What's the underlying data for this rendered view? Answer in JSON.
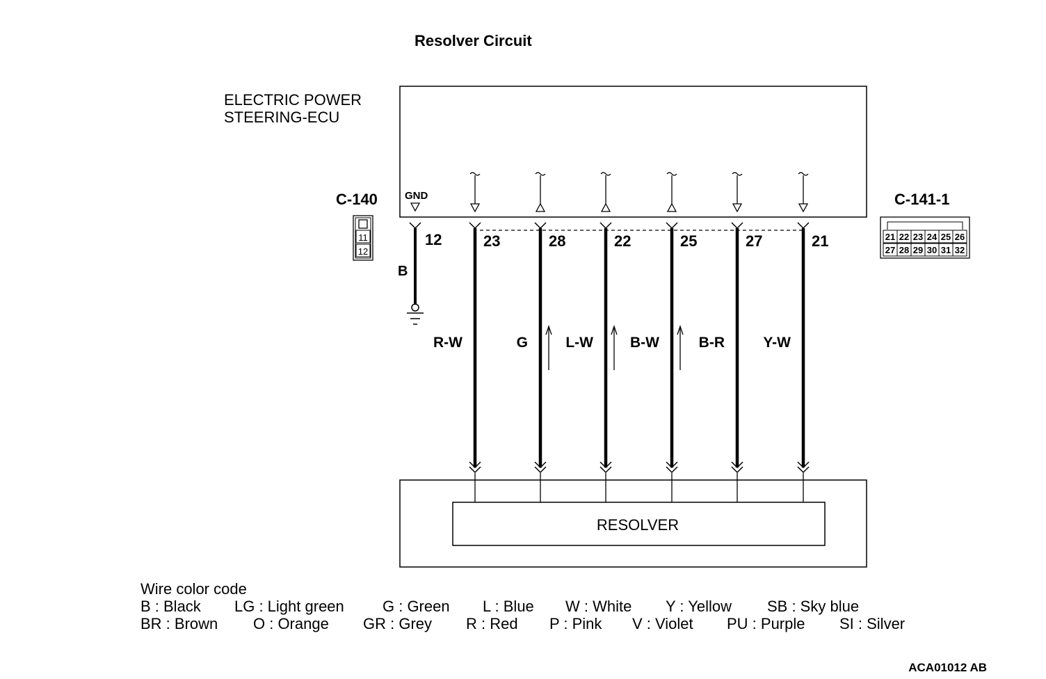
{
  "title": "Resolver Circuit",
  "ecu": {
    "line1": "ELECTRIC POWER",
    "line2": "STEERING-ECU"
  },
  "connector_left": {
    "name": "C-140",
    "pins": [
      "11",
      "12"
    ]
  },
  "connector_right": {
    "name": "C-141-1",
    "row1": [
      "21",
      "22",
      "23",
      "24",
      "25",
      "26"
    ],
    "row2": [
      "27",
      "28",
      "29",
      "30",
      "31",
      "32"
    ]
  },
  "ground": {
    "label": "GND",
    "pin": "12",
    "wire_color": "B"
  },
  "wires": [
    {
      "pin": "23",
      "color": "R-W",
      "direction": "down",
      "flow_arrow": false
    },
    {
      "pin": "28",
      "color": "G",
      "direction": "up",
      "flow_arrow": true
    },
    {
      "pin": "22",
      "color": "L-W",
      "direction": "up",
      "flow_arrow": true
    },
    {
      "pin": "25",
      "color": "B-W",
      "direction": "up",
      "flow_arrow": true
    },
    {
      "pin": "27",
      "color": "B-R",
      "direction": "down",
      "flow_arrow": false
    },
    {
      "pin": "21",
      "color": "Y-W",
      "direction": "down",
      "flow_arrow": false
    }
  ],
  "component": "RESOLVER",
  "legend": {
    "title": "Wire color code",
    "row1": [
      "B : Black",
      "LG : Light green",
      "G : Green",
      "L : Blue",
      "W : White",
      "Y : Yellow",
      "SB : Sky blue"
    ],
    "row2": [
      "BR : Brown",
      "O : Orange",
      "GR : Grey",
      "R : Red",
      "P : Pink",
      "V : Violet",
      "PU : Purple",
      "SI : Silver"
    ]
  },
  "figure_code": "ACA01012 AB"
}
